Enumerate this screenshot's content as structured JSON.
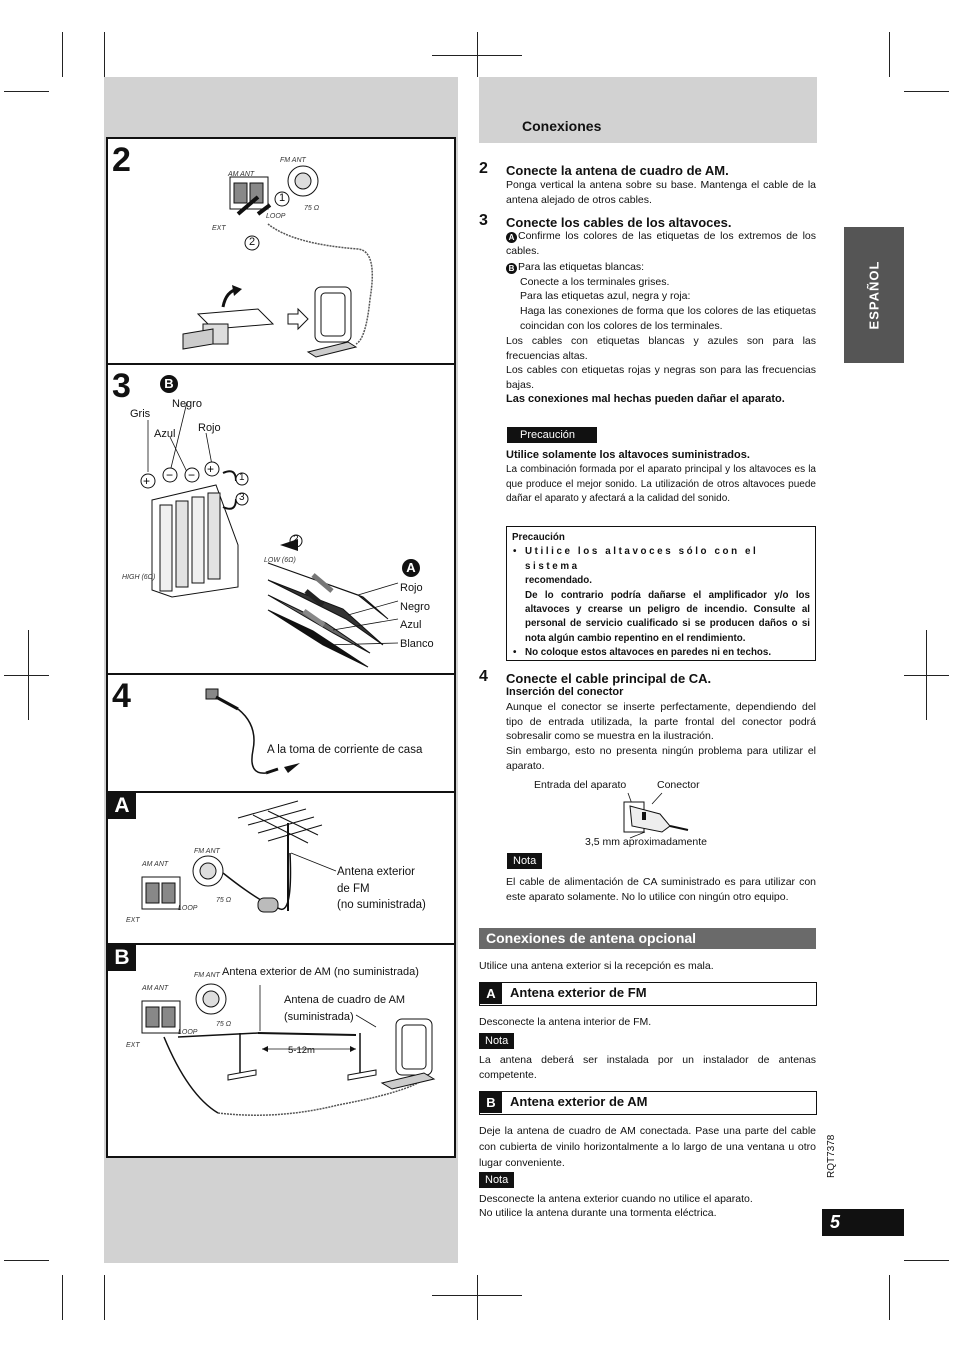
{
  "section_title": "Conexiones",
  "language_tab": "ESPAÑOL",
  "page_number": "5",
  "doc_code": "RQT7378",
  "figures": {
    "fig2": {
      "number": "2",
      "labels": {
        "am_ant": "AM ANT",
        "fm_ant": "FM ANT",
        "ext": "EXT",
        "loop": "LOOP",
        "ohm": "75 Ω",
        "c1": "1",
        "c2": "2"
      }
    },
    "fig3": {
      "number": "3",
      "marker_b": "B",
      "marker_a": "A",
      "labels": {
        "gris": "Gris",
        "negro": "Negro",
        "azul": "Azul",
        "rojo": "Rojo",
        "high": "HIGH (6Ω)",
        "low": "LOW (6Ω)",
        "c1": "1",
        "c2": "2",
        "c3": "3"
      },
      "wire_labels": [
        "Rojo",
        "Negro",
        "Azul",
        "Blanco"
      ]
    },
    "fig4": {
      "number": "4",
      "caption": "A la toma de corriente de casa"
    },
    "figA": {
      "letter": "A",
      "caption_lines": [
        "Antena exterior",
        "de FM",
        "(no suministrada)"
      ],
      "labels": {
        "am_ant": "AM ANT",
        "fm_ant": "FM ANT",
        "ext": "EXT",
        "loop": "LOOP",
        "ohm": "75 Ω"
      }
    },
    "figB": {
      "letter": "B",
      "caption_top": "Antena exterior de AM (no suministrada)",
      "caption_loop_lines": [
        "Antena de cuadro de AM",
        "(suministrada)"
      ],
      "distance": "5-12m",
      "labels": {
        "am_ant": "AM ANT",
        "fm_ant": "FM ANT",
        "ext": "EXT",
        "loop": "LOOP",
        "ohm": "75 Ω"
      }
    }
  },
  "steps": {
    "s2": {
      "num": "2",
      "title": "Conecte la antena de cuadro de AM.",
      "body": "Ponga vertical la antena sobre su base. Mantenga el cable de la antena alejado de otros cables."
    },
    "s3": {
      "num": "3",
      "title": "Conecte los cables de los altavoces.",
      "a_text": "Confirme los colores de las etiquetas de los extremos de los cables.",
      "b_intro": "Para las etiquetas blancas:",
      "b_line1": "Conecte a los terminales grises.",
      "b_line2": "Para las etiquetas azul, negra y roja:",
      "b_line3": "Haga las conexiones de forma que los colores de las etiquetas coincidan con los colores de los terminales.",
      "p1": "Los cables con etiquetas blancas y azules son para las frecuencias altas.",
      "p2": "Los cables con etiquetas rojas y negras son para las frecuencias bajas.",
      "warning": "Las conexiones mal hechas pueden dañar el aparato.",
      "caution_tag": "Precaución",
      "caution_bold": "Utilice solamente los altavoces suministrados.",
      "caution_body": "La combinación formada por el aparato principal y los altavoces es la que produce el mejor sonido. La utilización de otros altavoces puede dañar el aparato y afectará a la calidad del sonido."
    },
    "box": {
      "title": "Precaución",
      "item1_spread": "Utilice los altavoces sólo con el sistema",
      "item1_rest": "recomendado.",
      "item1_more": "De lo contrario podría dañarse el amplificador y/o los altavoces y crearse un peligro de incendio. Consulte al personal de servicio cualificado si se producen daños o si nota algún cambio repentino en el rendimiento.",
      "item2": "No coloque estos altavoces en paredes ni en techos."
    },
    "s4": {
      "num": "4",
      "title": "Conecte el cable principal de CA.",
      "subtitle": "Inserción del conector",
      "body1": "Aunque el conector se inserte perfectamente, dependiendo del tipo de entrada utilizada, la parte frontal del conector podrá sobresalir como se muestra en la ilustración.",
      "body2": "Sin embargo, esto no presenta ningún problema para utilizar el aparato.",
      "diag_input": "Entrada del aparato",
      "diag_connector": "Conector",
      "diag_distance": "3,5 mm aproximadamente",
      "note_tag": "Nota",
      "note_body": "El cable de alimentación de CA suministrado es para utilizar con este aparato solamente. No lo utilice con ningún otro equipo."
    }
  },
  "optional": {
    "title": "Conexiones de antena opcional",
    "intro": "Utilice una antena exterior si la recepción es mala.",
    "fm": {
      "letter": "A",
      "title": "Antena exterior de FM",
      "body": "Desconecte la antena interior de FM.",
      "note_tag": "Nota",
      "note": "La antena deberá ser instalada por un instalador de antenas competente."
    },
    "am": {
      "letter": "B",
      "title": "Antena exterior de AM",
      "body": "Deje la antena de cuadro de AM conectada. Pase una parte del cable con cubierta de vinilo horizontalmente a lo largo de una ventana u otro lugar conveniente.",
      "note_tag": "Nota",
      "note1": "Desconecte la antena exterior cuando no utilice el aparato.",
      "note2": "No utilice la antena durante una tormenta eléctrica."
    }
  }
}
